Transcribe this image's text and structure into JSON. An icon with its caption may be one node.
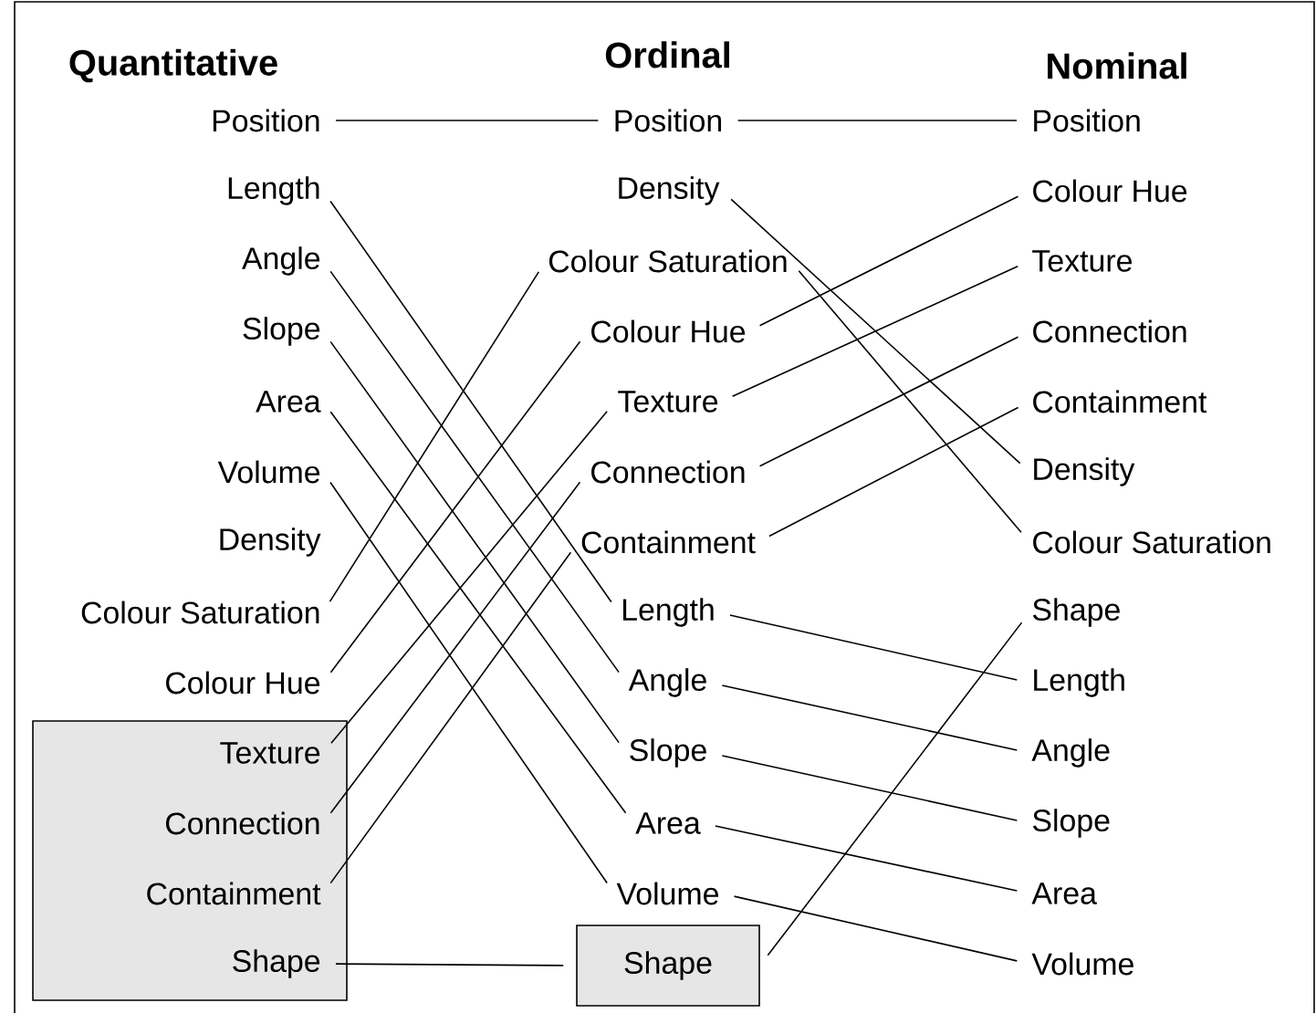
{
  "diagram": {
    "nodes": [
      {
        "text": [
          "Position"
        ]
      },
      {
        "text": [
          "Length"
        ]
      },
      {
        "text": [
          "Angle"
        ]
      },
      {
        "text": [
          "Slope"
        ]
      },
      {
        "text": [
          "Area"
        ]
      },
      {
        "text": [
          "Volume"
        ]
      },
      {
        "text": [
          "Density"
        ]
      },
      {
        "text": [
          "Colour Saturation"
        ]
      },
      {
        "text": [
          "Colour Hue"
        ]
      },
      {
        "text": [],
        "shape": "box"
      },
      {
        "text": [
          "Texture"
        ],
        "in": 9
      },
      {
        "text": [
          "Connection"
        ],
        "in": 9
      },
      {
        "text": [
          "Containment"
        ],
        "in": 9
      },
      {
        "text": [
          "Shape"
        ],
        "in": 9
      },
      {
        "text": [
          "Position"
        ]
      },
      {
        "text": [
          "Density"
        ]
      },
      {
        "text": [
          "Colour Saturation"
        ]
      },
      {
        "text": [
          "Colour Hue"
        ]
      },
      {
        "text": [
          "Texture"
        ]
      },
      {
        "text": [
          "Connection"
        ]
      },
      {
        "text": [
          "Containment"
        ]
      },
      {
        "text": [
          "Length"
        ]
      },
      {
        "text": [
          "Angle"
        ]
      },
      {
        "text": [
          "Slope"
        ]
      },
      {
        "text": [
          "Area"
        ]
      },
      {
        "text": [
          "Volume"
        ]
      },
      {
        "text": [
          "Shape"
        ]
      },
      {
        "text": [
          "Position"
        ]
      },
      {
        "text": [
          "Colour Hue"
        ]
      },
      {
        "text": [
          "Texture"
        ]
      },
      {
        "text": [
          "Connection"
        ]
      },
      {
        "text": [
          "Containment"
        ]
      },
      {
        "text": [
          "Density"
        ]
      },
      {
        "text": [
          "Colour Saturation"
        ]
      },
      {
        "text": [
          "Shape"
        ]
      },
      {
        "text": [
          "Length"
        ]
      },
      {
        "text": [
          "Angle"
        ]
      },
      {
        "text": [
          "Slope"
        ]
      },
      {
        "text": [
          "Area"
        ]
      },
      {
        "text": [
          "Volume"
        ]
      }
    ],
    "edges": [
      {
        "from": 0,
        "to": 14,
        "arrow": "none"
      },
      {
        "from": 1,
        "to": 21,
        "arrow": "none"
      },
      {
        "from": 2,
        "to": 22,
        "arrow": "none"
      },
      {
        "from": 3,
        "to": 23,
        "arrow": "none"
      },
      {
        "from": 4,
        "to": 24,
        "arrow": "none"
      },
      {
        "from": 5,
        "to": 25,
        "arrow": "none"
      },
      {
        "from": 7,
        "to": 16,
        "arrow": "none"
      },
      {
        "from": 8,
        "to": 17,
        "arrow": "none"
      },
      {
        "from": 10,
        "to": 18,
        "arrow": "none"
      },
      {
        "from": 11,
        "to": 19,
        "arrow": "none"
      },
      {
        "from": 12,
        "to": 20,
        "arrow": "none"
      },
      {
        "from": 13,
        "to": 26,
        "arrow": "none"
      },
      {
        "from": 14,
        "to": 27,
        "arrow": "none"
      },
      {
        "from": 15,
        "to": 32,
        "arrow": "none"
      },
      {
        "from": 16,
        "to": 33,
        "arrow": "none"
      },
      {
        "from": 17,
        "to": 28,
        "arrow": "none"
      },
      {
        "from": 18,
        "to": 29,
        "arrow": "none"
      },
      {
        "from": 19,
        "to": 30,
        "arrow": "none"
      },
      {
        "from": 20,
        "to": 31,
        "arrow": "none"
      },
      {
        "from": 21,
        "to": 35,
        "arrow": "none"
      },
      {
        "from": 22,
        "to": 36,
        "arrow": "none"
      },
      {
        "from": 23,
        "to": 37,
        "arrow": "none"
      },
      {
        "from": 24,
        "to": 38,
        "arrow": "none"
      },
      {
        "from": 25,
        "to": 39,
        "arrow": "none"
      },
      {
        "from": 26,
        "to": 34,
        "arrow": "none"
      }
    ],
    "labels": [
      "Quantitative",
      "Ordinal",
      "Nominal"
    ]
  }
}
